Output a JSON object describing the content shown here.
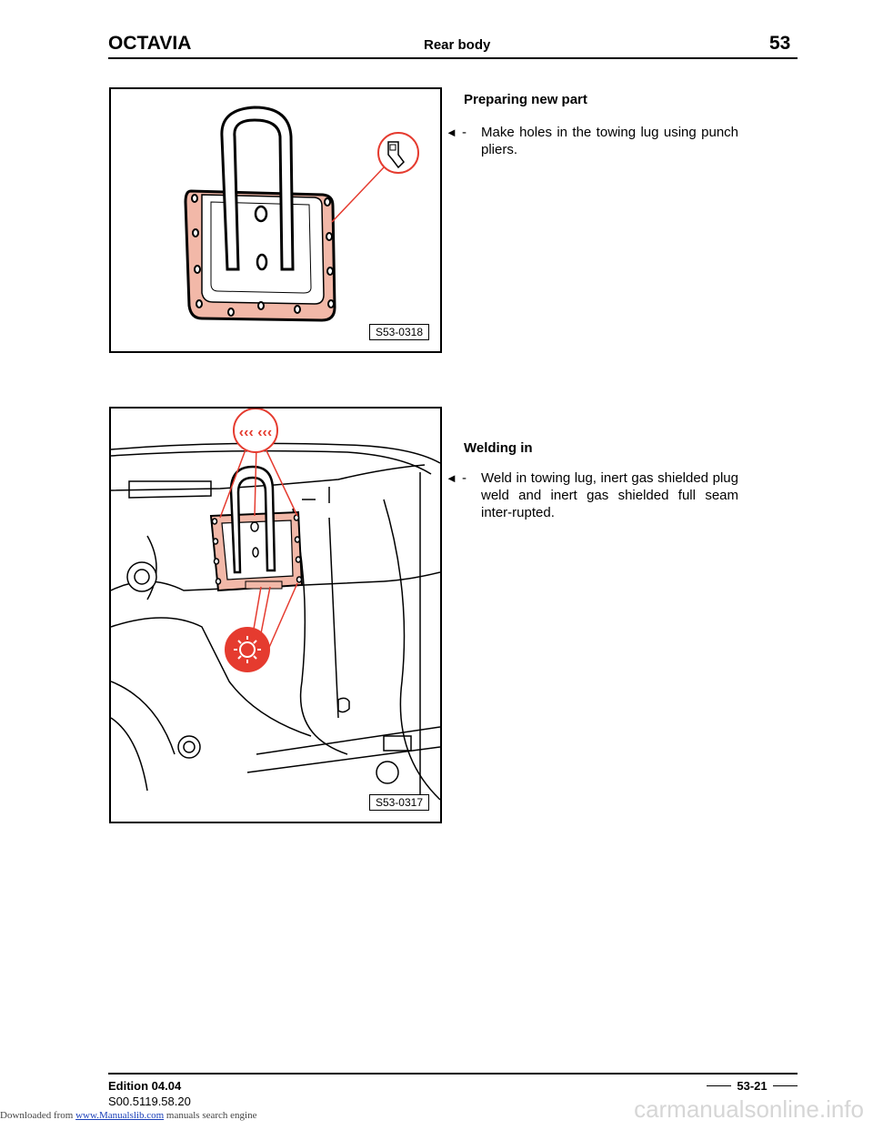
{
  "header": {
    "title": "OCTAVIA",
    "section": "Rear body",
    "page_number": "53"
  },
  "figures": [
    {
      "label": "S53-0318"
    },
    {
      "label": "S53-0317"
    }
  ],
  "steps": [
    {
      "heading": "Preparing new part",
      "arrow": "◄",
      "dash": "-",
      "text": "Make holes in the towing lug using punch pliers."
    },
    {
      "heading": "Welding in",
      "arrow": "◄",
      "dash": "-",
      "text": "Weld in towing lug, inert gas shielded plug weld and inert gas shielded full seam inter-rupted."
    }
  ],
  "footer": {
    "edition": "Edition 04.04",
    "code": "S00.5119.58.20",
    "page": "53-21"
  },
  "download_bar": {
    "prefix": "Downloaded from ",
    "link": "www.Manualslib.com",
    "suffix": " manuals search engine"
  },
  "watermark": "carmanualsonline.info",
  "colors": {
    "highlight": "#f2b8a8",
    "callout": "#e53b2f"
  }
}
